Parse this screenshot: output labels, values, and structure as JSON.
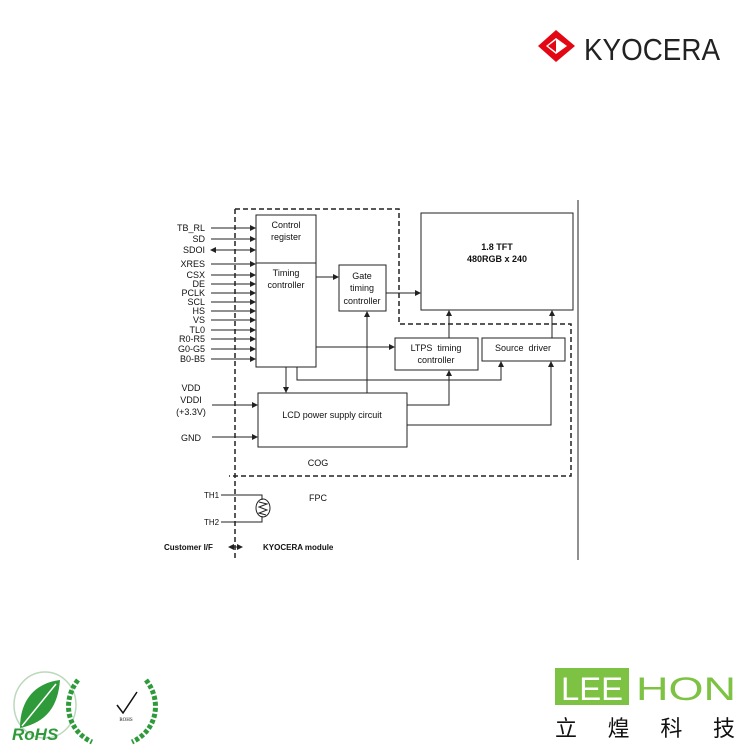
{
  "header": {
    "brand": "KYOCERA",
    "brand_color": "#e30613"
  },
  "diagram": {
    "signals": [
      "TB_RL",
      "SD",
      "SDOI",
      "XRES",
      "CSX",
      "DE",
      "PCLK",
      "SCL",
      "HS",
      "VS",
      "TL0",
      "R0-R5",
      "G0-G5",
      "B0-B5"
    ],
    "power": {
      "vdd": "VDD",
      "vddi": "VDDI",
      "voltage": "(+3.3V)",
      "gnd": "GND"
    },
    "control_register": [
      "Control",
      "register"
    ],
    "timing_controller": [
      "Timing",
      "controller"
    ],
    "gate_timing": [
      "Gate",
      "timing",
      "controller"
    ],
    "tft": [
      "1.8 TFT",
      "480RGB x 240"
    ],
    "ltps": [
      "LTPS  timing",
      "controller"
    ],
    "source_driver": "Source  driver",
    "power_supply": "LCD power supply circuit",
    "cog": "COG",
    "fpc": "FPC",
    "th1": "TH1",
    "th2": "TH2",
    "customer_if": "Customer I/F",
    "module": "KYOCERA module"
  },
  "footer": {
    "rohs1": "RoHS",
    "rohs2": "ROHS",
    "leehon_left": "LEE",
    "leehon_right": "HON",
    "leehon_cn": "立煌科技",
    "green": "#7dc242"
  }
}
